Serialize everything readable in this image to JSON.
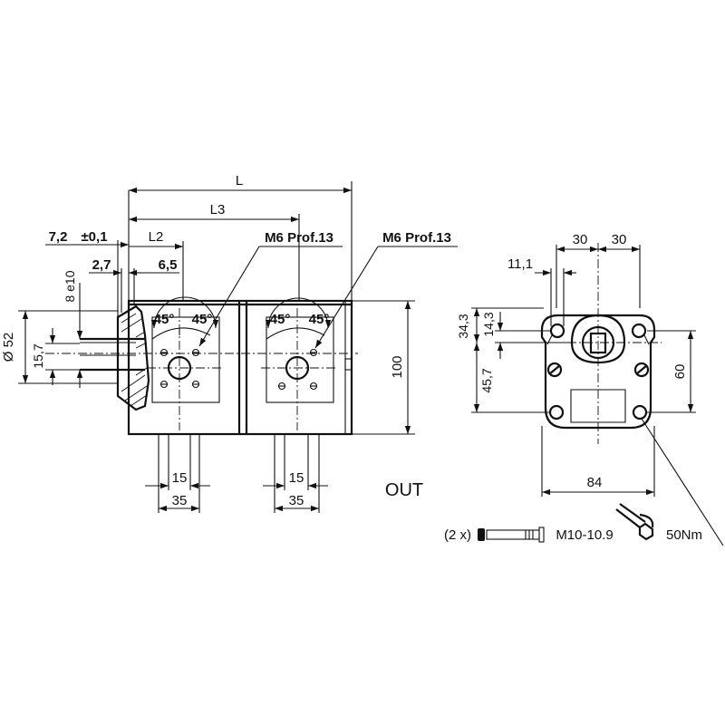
{
  "dimensions": {
    "L": "L",
    "L3": "L3",
    "L2": "L2",
    "d72": "7,2",
    "tol01": "±0,1",
    "d27": "2,7",
    "d65": "6,5",
    "shaft_fit": "8 e10",
    "d52": "Ø 52",
    "d157": "15,7",
    "h100": "100",
    "port_15": "15",
    "port_35": "35",
    "d30": "30",
    "d111": "11,1",
    "d343": "34,3",
    "d143": "14,3",
    "d457": "45,7",
    "d60": "60",
    "d84": "84"
  },
  "angles": {
    "a45": "45°"
  },
  "callouts": {
    "port_thread": "M6 Prof.13",
    "out_label": "OUT",
    "bolt_qty": "(2 x)",
    "bolt_spec": "M10-10.9",
    "torque": "50Nm"
  }
}
